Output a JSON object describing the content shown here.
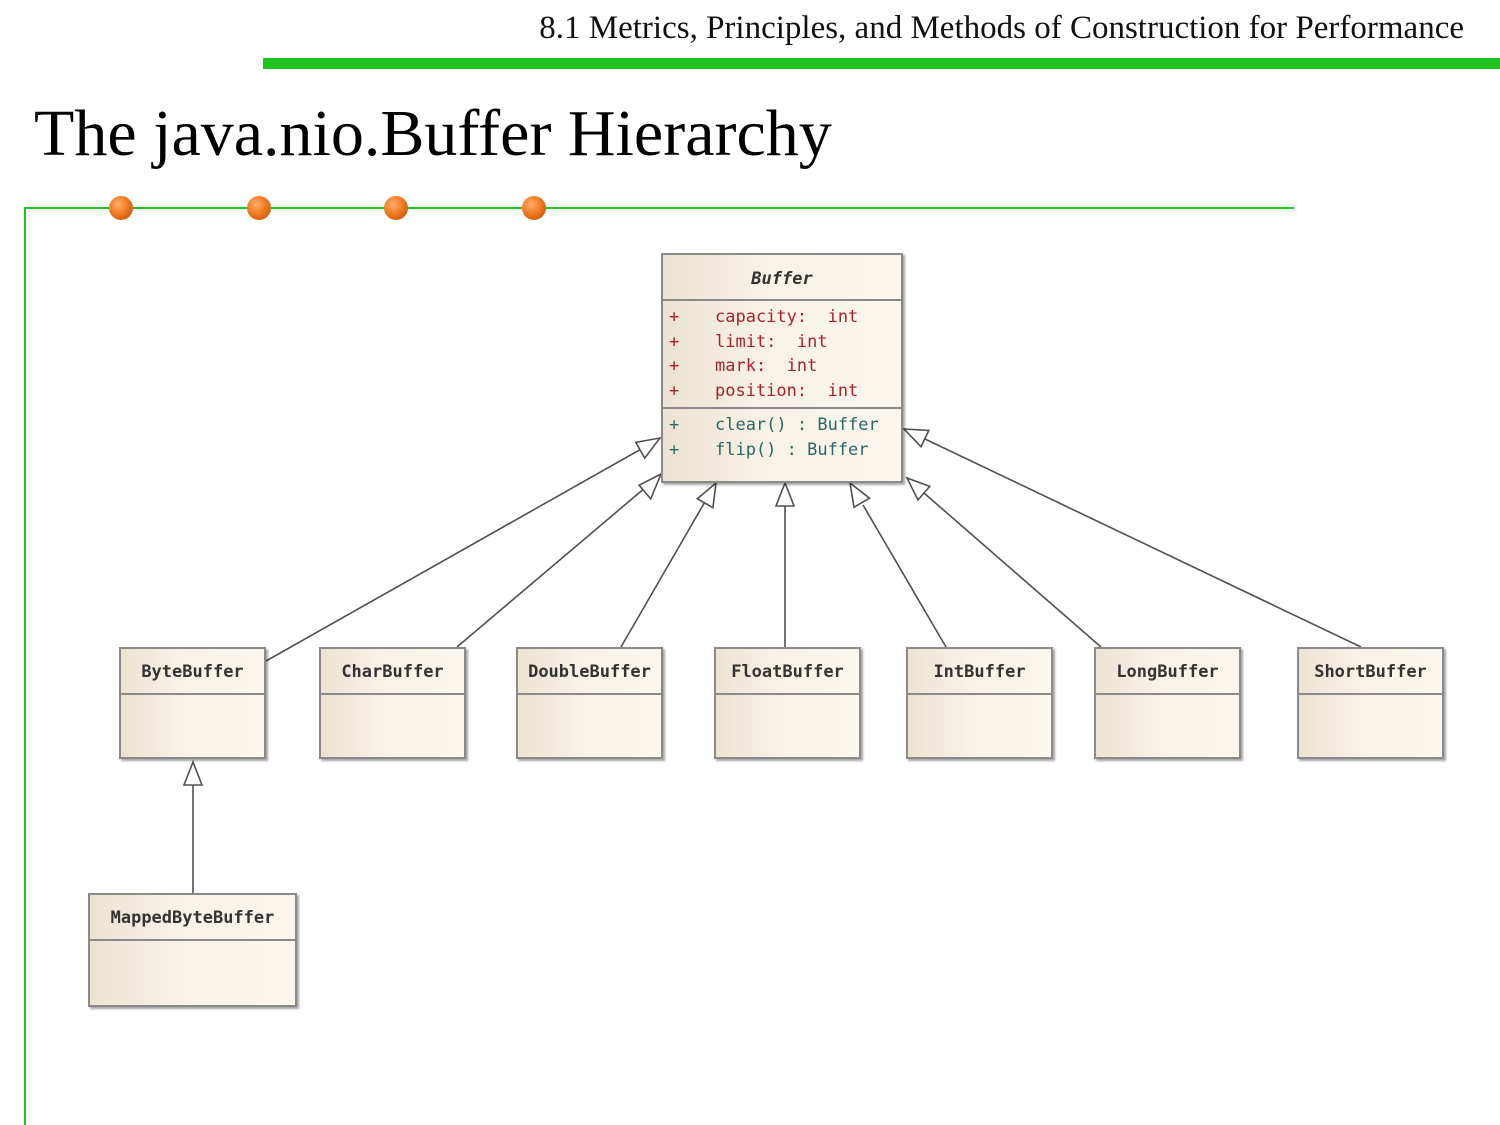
{
  "header": {
    "title": "8.1 Metrics, Principles, and Methods of Construction for Performance"
  },
  "slide": {
    "title": "The java.nio.Buffer Hierarchy"
  },
  "diagram": {
    "root": {
      "name": "Buffer",
      "attributes": [
        {
          "visibility": "+",
          "text": "capacity:  int"
        },
        {
          "visibility": "+",
          "text": "limit:  int"
        },
        {
          "visibility": "+",
          "text": "mark:  int"
        },
        {
          "visibility": "+",
          "text": "position:  int"
        }
      ],
      "operations": [
        {
          "visibility": "+",
          "text": "clear() : Buffer"
        },
        {
          "visibility": "+",
          "text": "flip() : Buffer"
        }
      ]
    },
    "subclasses": [
      {
        "name": "ByteBuffer"
      },
      {
        "name": "CharBuffer"
      },
      {
        "name": "DoubleBuffer"
      },
      {
        "name": "FloatBuffer"
      },
      {
        "name": "IntBuffer"
      },
      {
        "name": "LongBuffer"
      },
      {
        "name": "ShortBuffer"
      },
      {
        "name": "MappedByteBuffer",
        "parent": "ByteBuffer"
      }
    ],
    "colors": {
      "box_fill": "#f7f1e6",
      "box_border": "#8a8a8a",
      "attribute_text": "#a8232d",
      "operation_text": "#2a6668",
      "accent_green": "#1fc41f",
      "bullet_orange": "#f07a1e"
    }
  }
}
